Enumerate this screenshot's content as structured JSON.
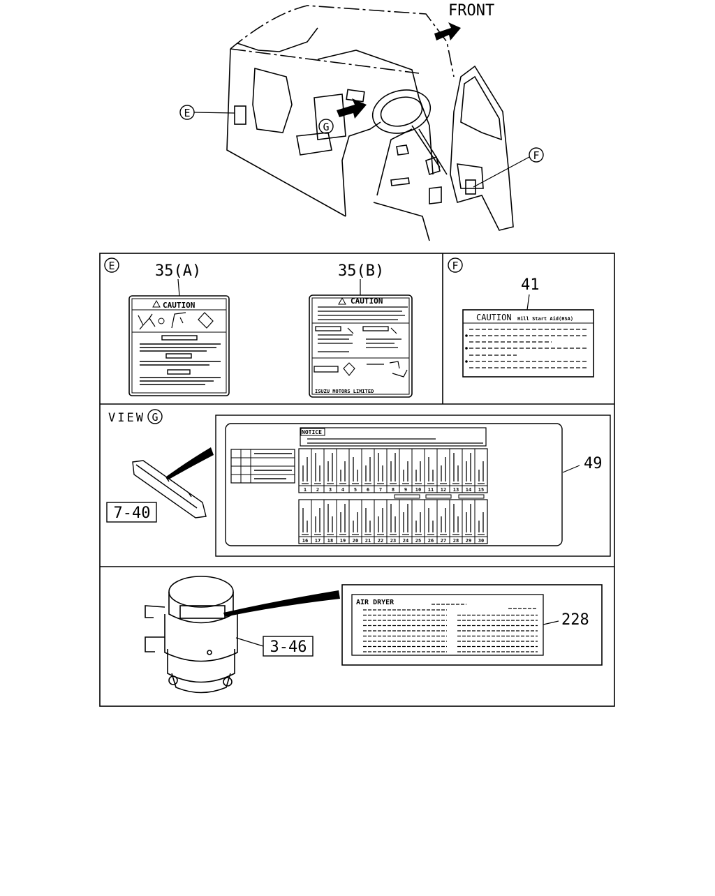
{
  "top_view": {
    "front_label": "FRONT",
    "callouts": {
      "e": "E",
      "g": "G",
      "f": "F"
    }
  },
  "section_e": {
    "letter": "E",
    "label_a_ref": "35(A)",
    "label_b_ref": "35(B)",
    "label_a_heading": "CAUTION",
    "label_b_heading": "CAUTION",
    "label_b_footer": "ISUZU MOTORS LIMITED"
  },
  "section_f": {
    "letter": "F",
    "ref": "41",
    "heading": "CAUTION",
    "heading_suffix": "Hill Start Aid(HSA)"
  },
  "section_g": {
    "view_word": "VIEW",
    "letter": "G",
    "part_ref": "7-40",
    "ref": "49",
    "notice": "NOTICE",
    "numbers_top": [
      "1",
      "2",
      "3",
      "4",
      "5",
      "6",
      "7",
      "8",
      "9",
      "10",
      "11",
      "12",
      "13",
      "14",
      "15"
    ],
    "numbers_bottom": [
      "16",
      "17",
      "18",
      "19",
      "20",
      "21",
      "22",
      "23",
      "24",
      "25",
      "26",
      "27",
      "28",
      "29",
      "30"
    ]
  },
  "section_dryer": {
    "part_ref": "3-46",
    "ref": "228",
    "title": "AIR DRYER"
  }
}
